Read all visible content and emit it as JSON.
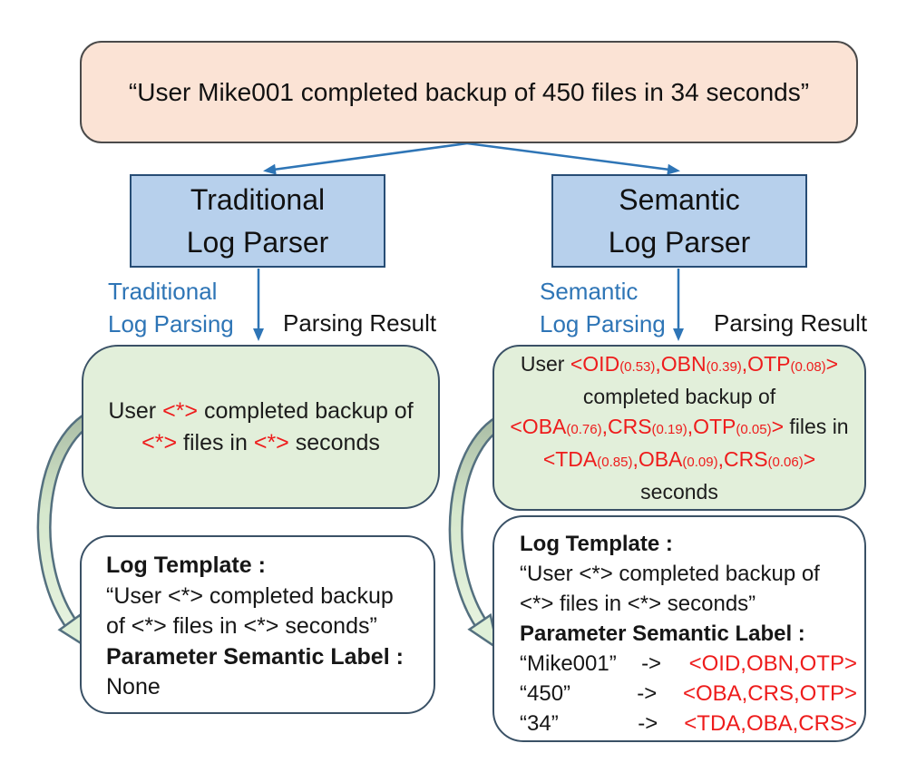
{
  "colors": {
    "accent_blue": "#2E75B6",
    "red": "#EE1C1C",
    "peach_fill": "#FBE3D5",
    "blue_fill": "#B7D0EC",
    "green_fill": "#E2EFDA",
    "outline_dark": "#3A5166"
  },
  "source_log": {
    "text": "“User Mike001 completed backup of 450 files in 34 seconds”"
  },
  "traditional": {
    "parser_title_line1": "Traditional",
    "parser_title_line2": "Log Parser",
    "process_label_line1": "Traditional",
    "process_label_line2": "Log Parsing",
    "result_label": "Parsing Result",
    "parsed": {
      "line1": {
        "t0": "User ",
        "v0": "<*>",
        "t1": " completed backup of"
      },
      "line2": {
        "v0": "<*>",
        "t0": " files in ",
        "v1": "<*>",
        "t1": " seconds"
      }
    },
    "template_box": {
      "heading_template": "Log Template :",
      "template_line1": "“User <*> completed backup",
      "template_line2": "of <*> files in <*> seconds”",
      "heading_semantic": "Parameter Semantic Label :",
      "semantic_value": "None"
    }
  },
  "semantic": {
    "parser_title_line1": "Semantic",
    "parser_title_line2": "Log Parser",
    "process_label_line1": "Semantic",
    "process_label_line2": "Log Parsing",
    "result_label": "Parsing Result",
    "parsed": {
      "line1": {
        "prefix": "User ",
        "open": "<OID",
        "s1": "(0.53)",
        "m1": ",OBN",
        "s2": "(0.39)",
        "m2": ",OTP",
        "s3": "(0.08)",
        "close": ">"
      },
      "line2": "completed backup of",
      "line3": {
        "open": "<OBA",
        "s1": "(0.76)",
        "m1": ",CRS",
        "s2": "(0.19)",
        "m2": ",OTP",
        "s3": "(0.05)",
        "close": ">",
        "suffix": " files in"
      },
      "line4": {
        "open": "<TDA",
        "s1": "(0.85)",
        "m1": ",OBA",
        "s2": "(0.09)",
        "m2": ",CRS",
        "s3": "(0.06)",
        "close": ">"
      },
      "line5": "seconds"
    },
    "template_box": {
      "heading_template": "Log Template :",
      "template_line1": "“User <*> completed backup of",
      "template_line2": "<*> files in <*> seconds”",
      "heading_semantic": "Parameter Semantic Label :",
      "rows": [
        {
          "param": "“Mike001”",
          "arrow": "->",
          "labels": "<OID,OBN,OTP>"
        },
        {
          "param": "“450”",
          "arrow": "->",
          "labels": "<OBA,CRS,OTP>"
        },
        {
          "param": "“34”",
          "arrow": "->",
          "labels": "<TDA,OBA,CRS>"
        }
      ]
    }
  }
}
